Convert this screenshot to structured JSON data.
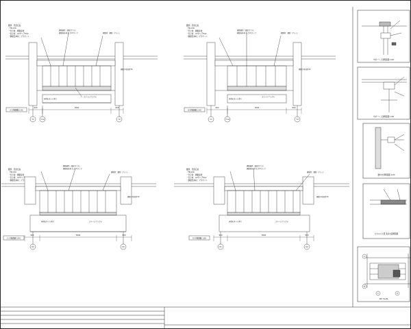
{
  "sheet": {
    "elevations": [
      {
        "caption": "A-A'断面図 1/50",
        "dim_left": "600",
        "dim_mid": "3000",
        "dim_right": "600",
        "grid_labels": [
          "Y1",
          "Y1a",
          "Y2"
        ],
        "notes": [
          "腰部：天然石貼",
          "・FB-150",
          "・仕上材：鋼製扉枠",
          "・仕上材：UVクリアW/2",
          "・鋼製天井材：ブラケット"
        ],
        "leaders": [
          "鋼製建具（強化ガラス）",
          "鋼製天井材 仕上UVクリア",
          "鋼製枠：鋼製（アルミ）",
          "鋼製下地見付30",
          "天然石タイル張り",
          "スチールアングル"
        ]
      },
      {
        "caption": "B-B'断面図 1/50",
        "dim_left": "600",
        "dim_mid": "3000",
        "dim_right": "600",
        "grid_labels": [
          "Y1",
          "Y1a",
          "Y2"
        ],
        "notes": [
          "腰部：天然石貼",
          "・FB-150",
          "・仕上材：鋼製扉枠",
          "・仕上材：UVクリアW/2",
          "・鋼製天井材：ブラケット"
        ],
        "leaders": [
          "鋼製建具（強化ガラス）",
          "鋼製天井材 仕上UVクリア",
          "鋼製枠：鋼製（アルミ）",
          "鋼製下地見付30",
          "天然石タイル張り",
          "スチールアングル"
        ]
      },
      {
        "caption": "C-C'断面図 1/50",
        "dim_left": "900",
        "dim_mid": "3600",
        "dim_right": "900",
        "grid_labels": [
          "X1",
          "X2"
        ],
        "notes": [
          "腰部：天然石貼",
          "・FB-150",
          "・仕上材：鋼製扉枠",
          "・仕上材：UVクリアW/2",
          "・鋼製天井材：ブラケット"
        ],
        "leaders": [
          "鋼製建具（強化ガラス）",
          "鋼製天井材 仕上UVクリア",
          "鋼製枠：鋼製（アルミ）",
          "鋼製下地見付30",
          "天然石タイル張り",
          "スチールアングル"
        ]
      },
      {
        "caption": "D-D'断面図 1/50",
        "dim_left": "900",
        "dim_mid": "3600",
        "dim_right": "900",
        "grid_labels": [
          "X1",
          "X2"
        ],
        "notes": [
          "腰部：天然石貼",
          "・FB-150",
          "・仕上材：鋼製扉枠",
          "・仕上材：UVクリアW/2",
          "・鋼製天井材：ブラケット"
        ],
        "leaders": [
          "鋼製建具（強化ガラス）",
          "鋼製天井材 仕上UVクリア",
          "鋼製枠：鋼製（アルミ）",
          "鋼製下地見付30",
          "天然石タイル張り",
          "スチールアングル"
        ]
      }
    ],
    "details": [
      {
        "caption": "サポート上部断面図 1/20"
      },
      {
        "caption": "サポート上部断面図 1/20"
      },
      {
        "caption": "腰付き部断面図 1/20"
      },
      {
        "caption": "エキスパ上部 天床立面断面図"
      },
      {
        "caption": "KEY PLAN"
      }
    ],
    "key_plan_markers": [
      "A",
      "B",
      "C",
      "D"
    ],
    "colors": {
      "line": "#1a1a1a",
      "hatch": "#555555",
      "paper": "#ffffff"
    }
  }
}
